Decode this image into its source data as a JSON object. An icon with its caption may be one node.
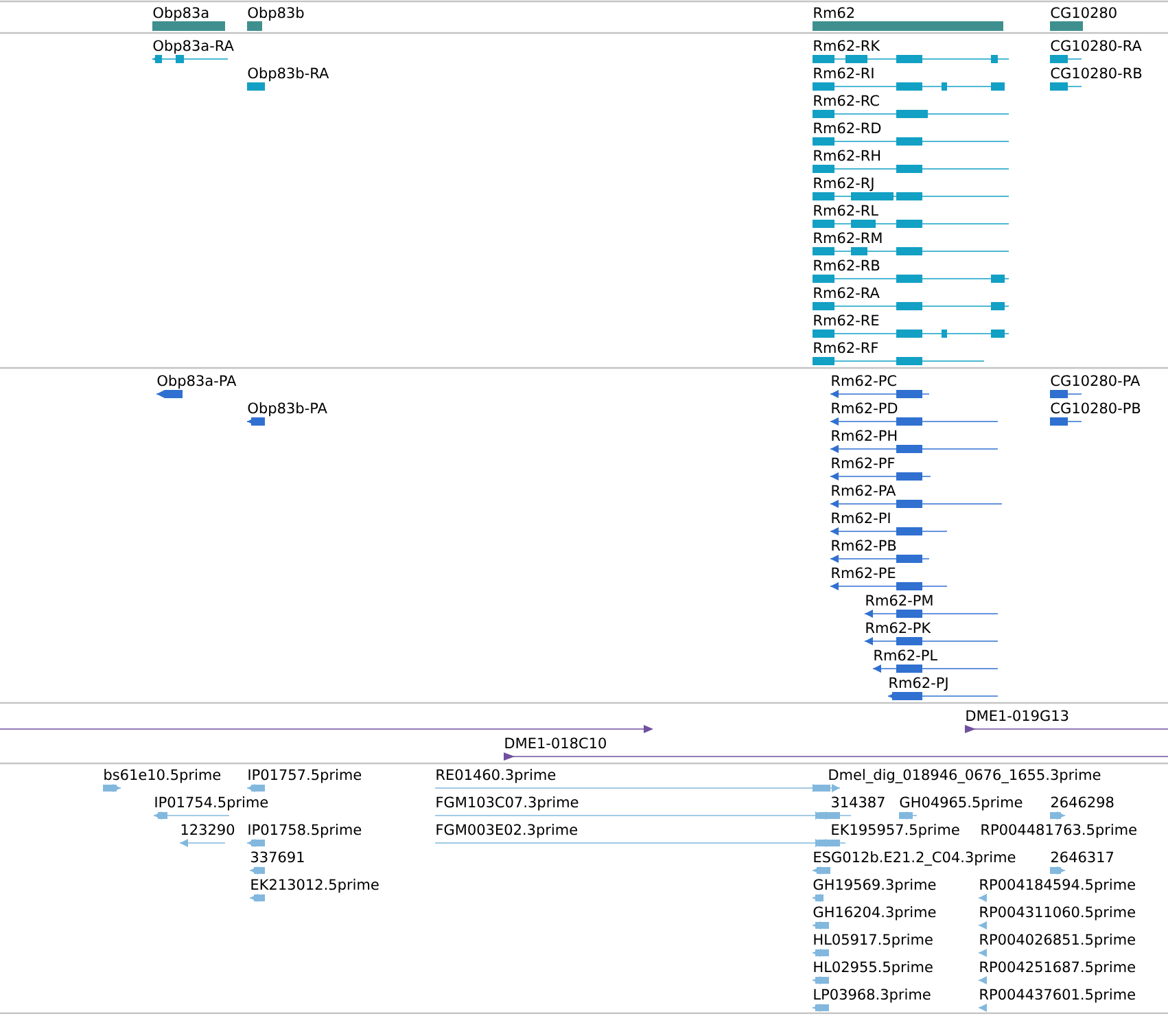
{
  "diagram": {
    "labels": [
      "Obp83a",
      "Obp83b",
      "Rm62",
      "CG10280",
      "Obp83a-RA",
      "Rm62-RK",
      "CG10280-RA",
      "Obp83b-RA",
      "Rm62-RI",
      "CG10280-RB",
      "Rm62-RC",
      "Rm62-RD",
      "Rm62-RH",
      "Rm62-RJ",
      "Rm62-RL",
      "Rm62-RM",
      "Rm62-RB",
      "Rm62-RA",
      "Rm62-RE",
      "Rm62-RF",
      "Obp83a-PA",
      "Rm62-PC",
      "CG10280-PA",
      "Obp83b-PA",
      "Rm62-PD",
      "CG10280-PB",
      "Rm62-PH",
      "Rm62-PF",
      "Rm62-PA",
      "Rm62-PI",
      "Rm62-PB",
      "Rm62-PE",
      "Rm62-PM",
      "Rm62-PK",
      "Rm62-PL",
      "Rm62-PJ",
      "DME1-019G13",
      "DME1-018C10",
      "bs61e10.5prime",
      "IP01757.5prime",
      "RE01460.3prime",
      "Dmel_dig_018946_0676_1655.3prime",
      "IP01754.5prime",
      "FGM103C07.3prime",
      "314387",
      "GH04965.5prime",
      "2646298",
      "123290",
      "IP01758.5prime",
      "FGM003E02.3prime",
      "EK195957.5prime",
      "RP004481763.5prime",
      "337691",
      "ESG012b.E21.2_C04.3prime",
      "2646317",
      "EK213012.5prime",
      "GH19569.3prime",
      "RP004184594.5prime",
      "GH16204.3prime",
      "RP004311060.5prime",
      "HL05917.5prime",
      "RP004026851.5prime",
      "HL02955.5prime",
      "RP004251687.5prime",
      "LP03968.3prime",
      "RP004437601.5prime"
    ]
  }
}
